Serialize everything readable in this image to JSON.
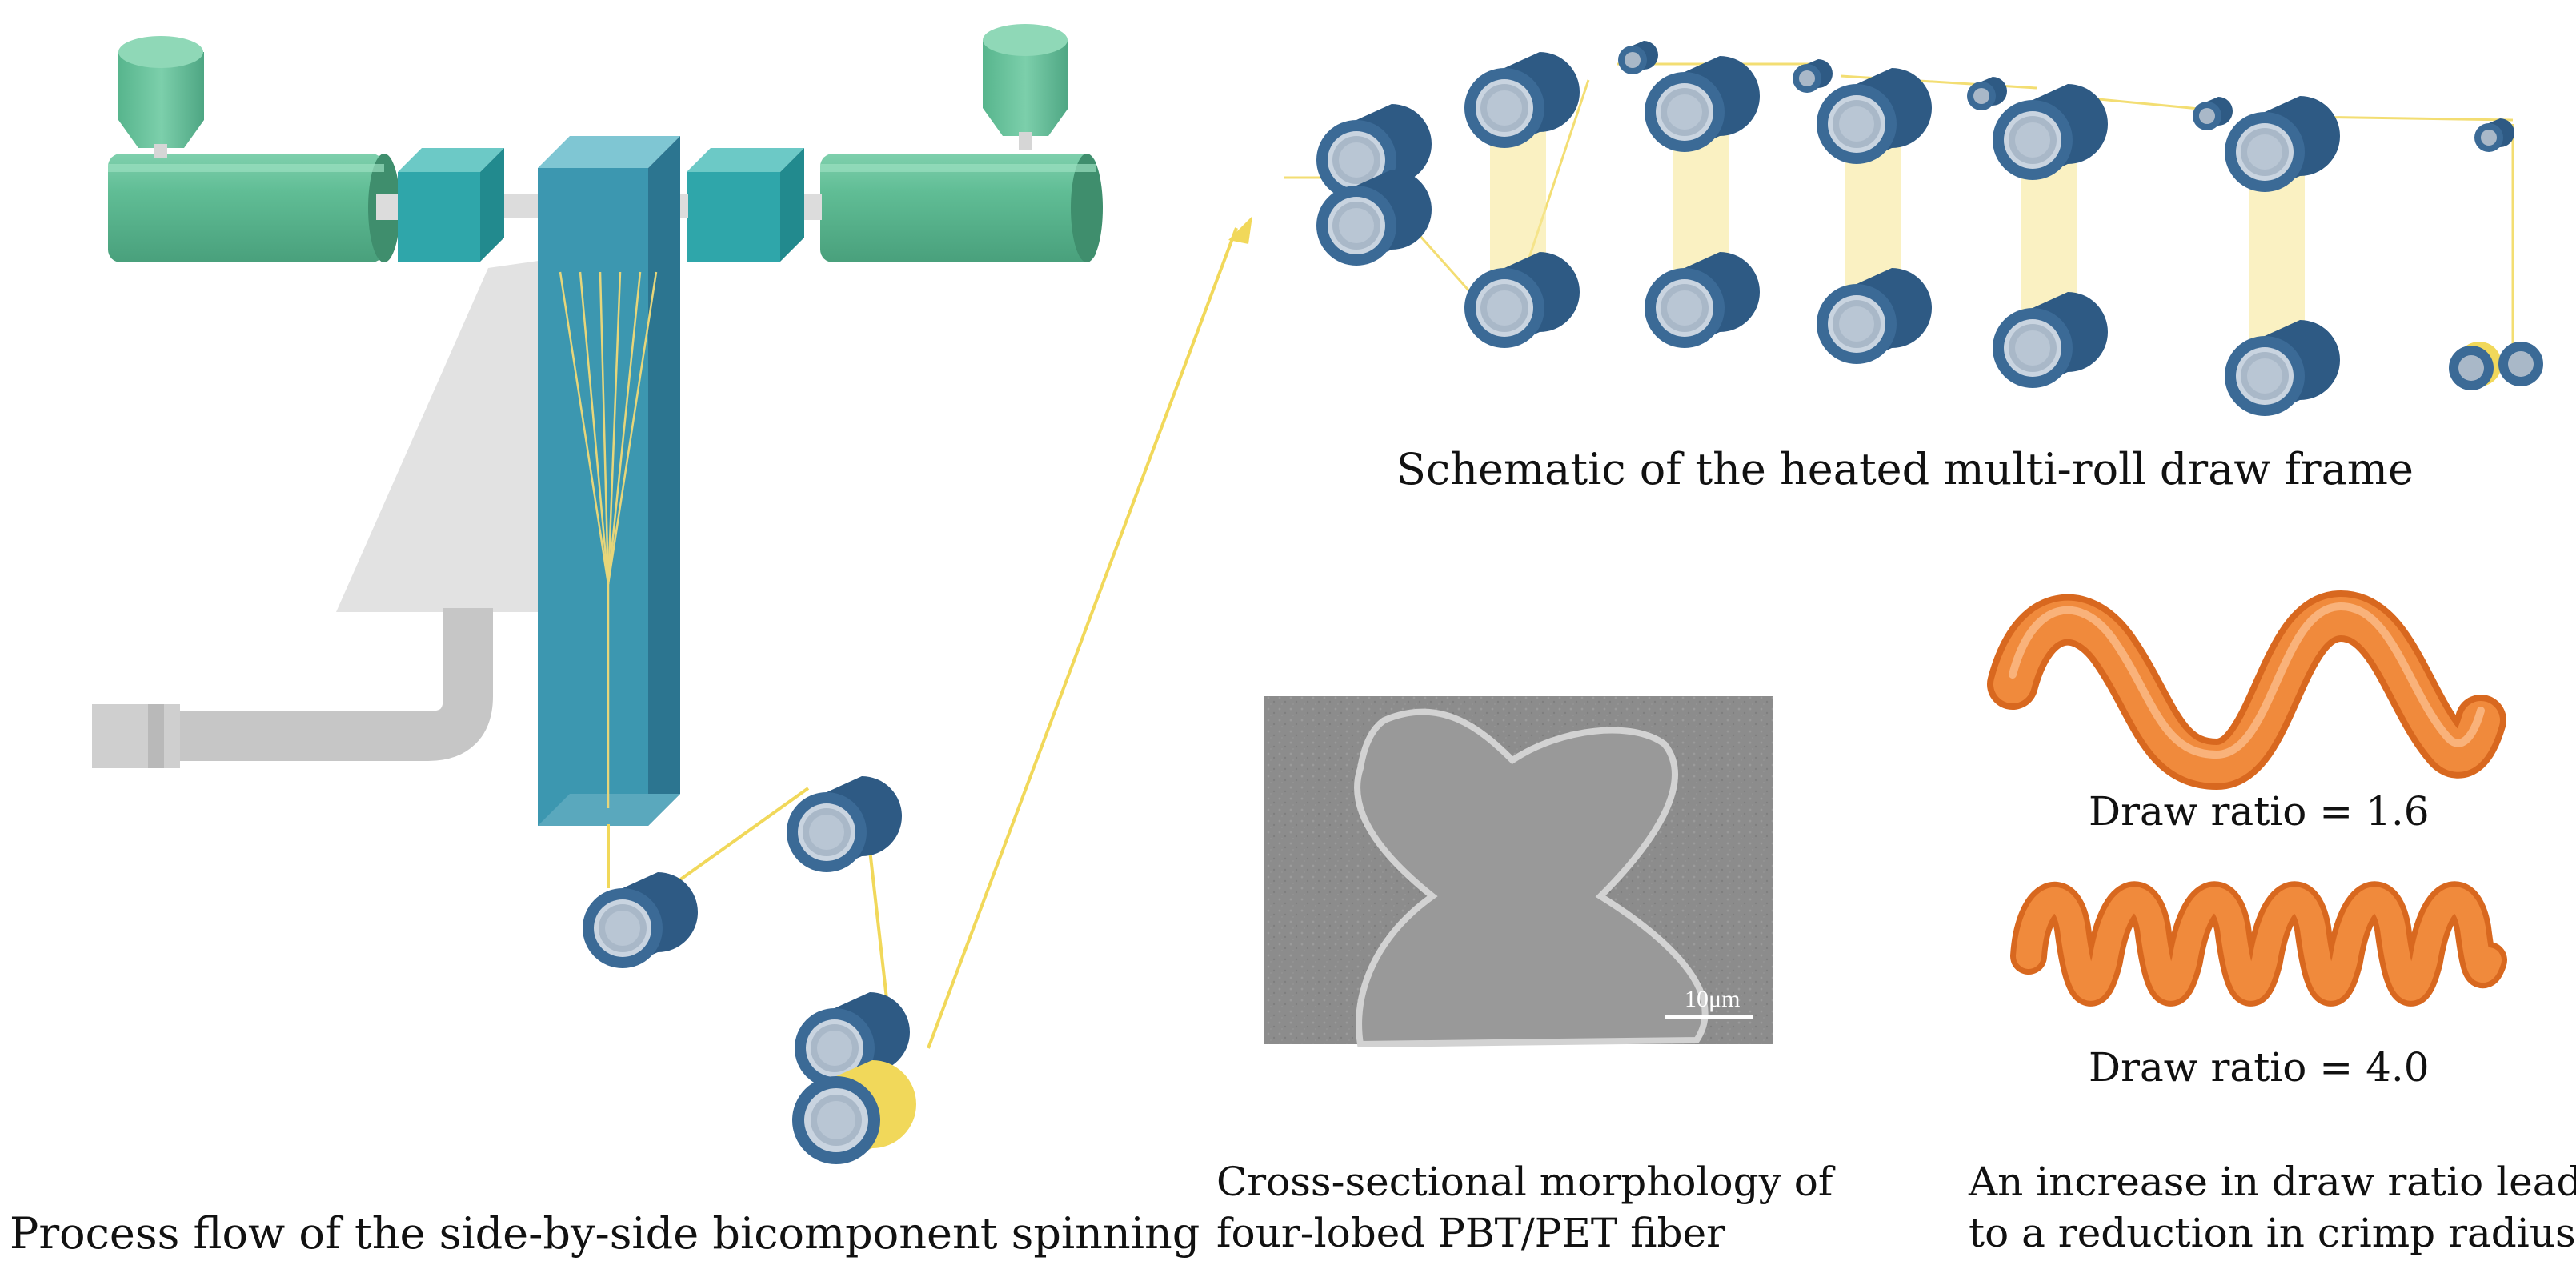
{
  "captions": {
    "spinning": "Process flow of the side-by-side bicomponent spinning",
    "draw_frame": "Schematic of the heated multi-roll draw frame",
    "morphology_line1": "Cross-sectional morphology of",
    "morphology_line2": "four-lobed PBT/PET fiber",
    "crimp_line1": "An increase in draw ratio leads",
    "crimp_line2": "to a reduction in crimp radius"
  },
  "draw_ratios": {
    "low": "Draw ratio = 1.6",
    "high": "Draw ratio = 4.0"
  },
  "sem": {
    "scale_bar": "10μm"
  },
  "colors": {
    "extruder_green": "#5dba93",
    "box_teal": "#2fa6aa",
    "column_blue": "#3c97b0",
    "roller_navy": "#3b6a96",
    "fiber_yellow": "#f1d85a",
    "spring_orange": "#f08a3c",
    "sem_gray": "#8c8c8c"
  }
}
